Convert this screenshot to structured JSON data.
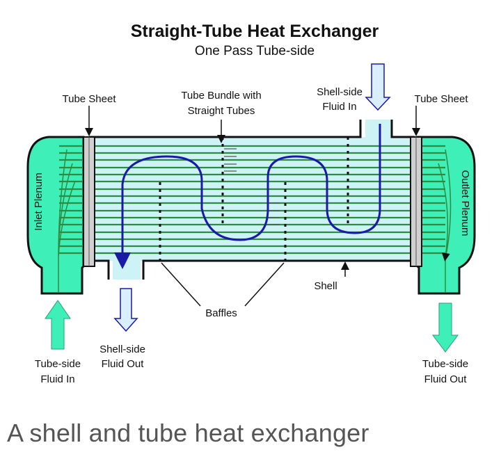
{
  "title": "Straight-Tube Heat Exchanger",
  "subtitle": "One Pass Tube-side",
  "labels": {
    "tube_sheet_left": "Tube Sheet",
    "tube_bundle_line1": "Tube Bundle with",
    "tube_bundle_line2": "Straight Tubes",
    "shell_side_in_line1": "Shell-side",
    "shell_side_in_line2": "Fluid In",
    "tube_sheet_right": "Tube Sheet",
    "inlet_plenum": "Inlet Plenum",
    "outlet_plenum": "Outlet Plenum",
    "shell": "Shell",
    "baffles": "Baffles",
    "shell_side_out_line1": "Shell-side",
    "shell_side_out_line2": "Fluid Out",
    "tube_side_in_line1": "Tube-side",
    "tube_side_in_line2": "Fluid In",
    "tube_side_out_line1": "Tube-side",
    "tube_side_out_line2": "Fluid Out"
  },
  "caption": "A shell and tube heat exchanger",
  "colors": {
    "plenum": "#3fefb8",
    "shell_fluid": "#cdf3f7",
    "tube": "#2e8b3f",
    "flow_path": "#1a1aa8",
    "shell_arrow": "#d9eeff"
  }
}
